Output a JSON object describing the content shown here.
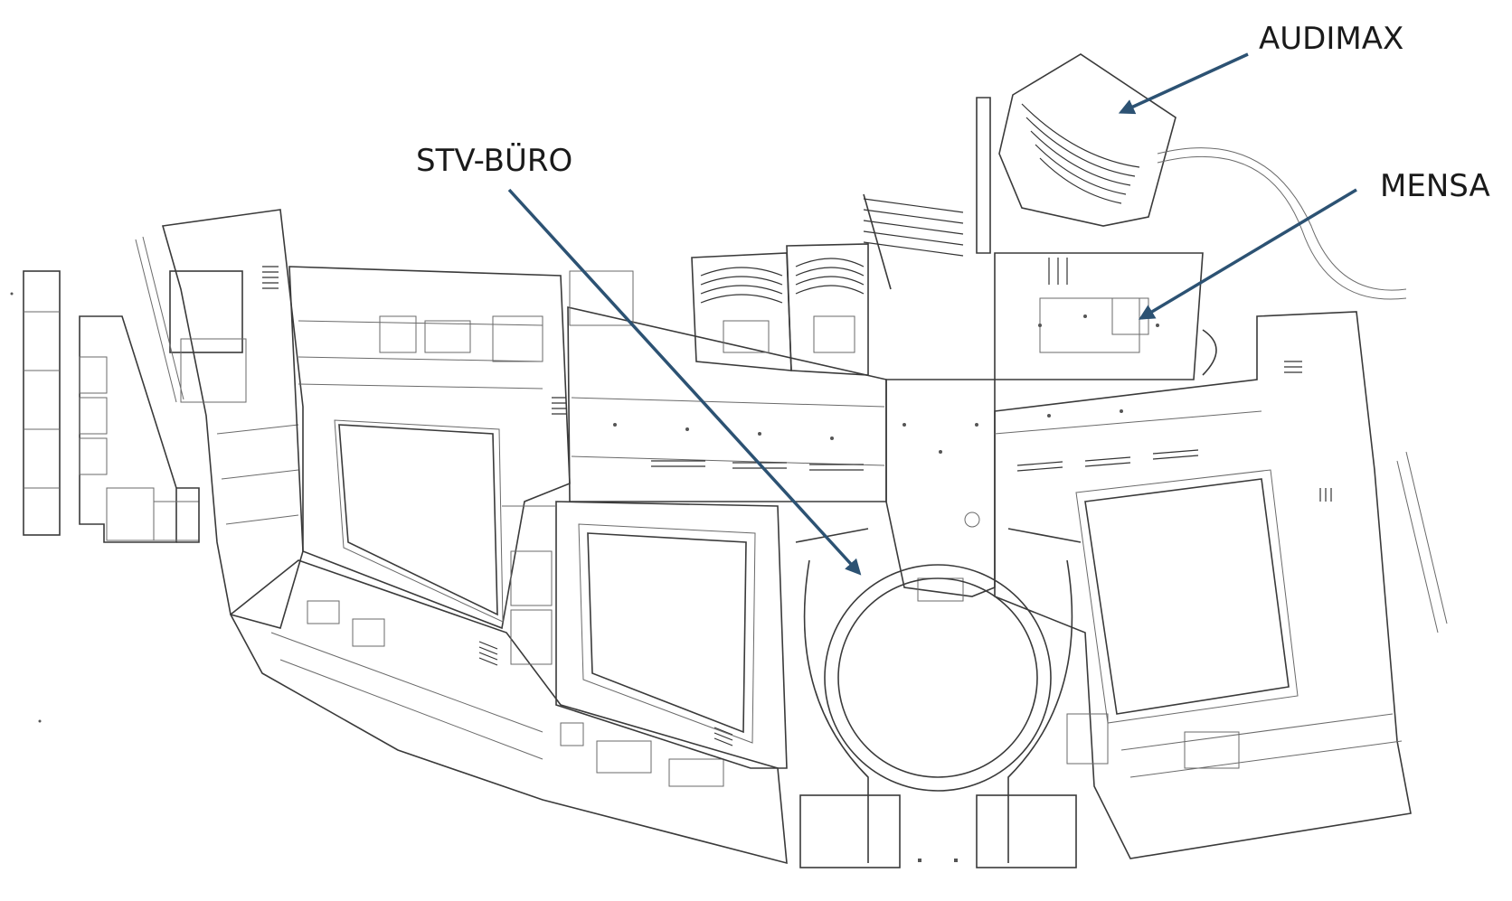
{
  "map": {
    "labels": {
      "audimax": "AUDIMAX",
      "stv_buero": "STV-BÜRO",
      "mensa": "MENSA"
    },
    "colors": {
      "arrow": "#2c5273",
      "walls": "#3a3a3a",
      "background": "#ffffff"
    }
  }
}
